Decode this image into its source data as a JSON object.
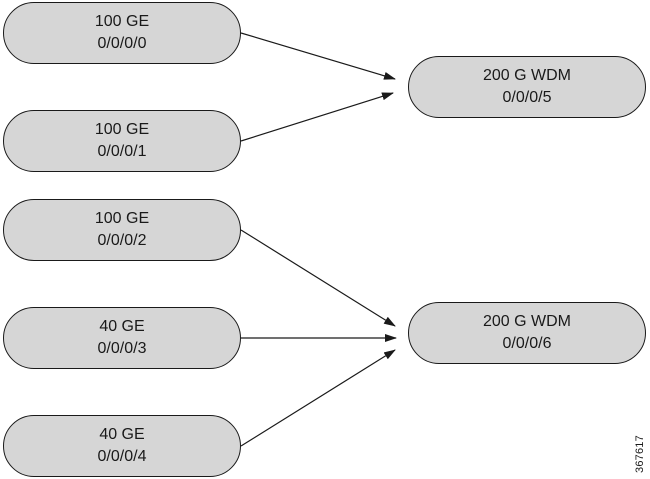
{
  "inputs": [
    {
      "speed": "100 GE",
      "port": "0/0/0/0"
    },
    {
      "speed": "100 GE",
      "port": "0/0/0/1"
    },
    {
      "speed": "100 GE",
      "port": "0/0/0/2"
    },
    {
      "speed": "40 GE",
      "port": "0/0/0/3"
    },
    {
      "speed": "40 GE",
      "port": "0/0/0/4"
    }
  ],
  "outputs": [
    {
      "speed": "200 G WDM",
      "port": "0/0/0/5"
    },
    {
      "speed": "200 G WDM",
      "port": "0/0/0/6"
    }
  ],
  "connections": [
    {
      "from": "0/0/0/0",
      "to": "0/0/0/5"
    },
    {
      "from": "0/0/0/1",
      "to": "0/0/0/5"
    },
    {
      "from": "0/0/0/2",
      "to": "0/0/0/6"
    },
    {
      "from": "0/0/0/3",
      "to": "0/0/0/6"
    },
    {
      "from": "0/0/0/4",
      "to": "0/0/0/6"
    }
  ],
  "figure_id": "367617",
  "colors": {
    "node_fill": "#d6d6d6",
    "stroke": "#1a1a1a",
    "background": "#ffffff"
  }
}
